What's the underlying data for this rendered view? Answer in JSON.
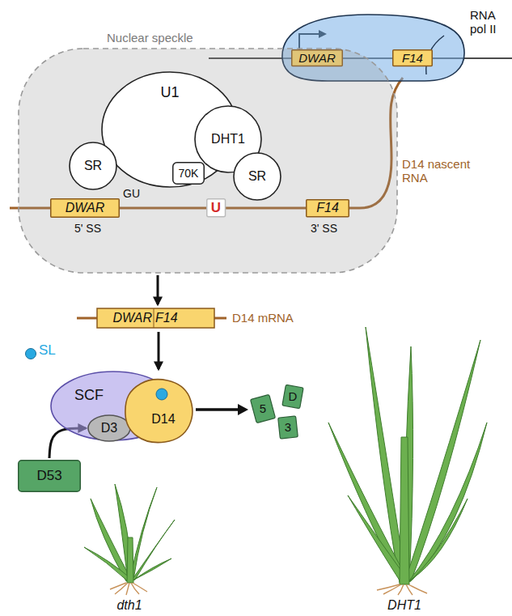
{
  "diagram": {
    "nodes": [
      {
        "text": [
          "RNA pol II"
        ]
      },
      {
        "text": [
          "DWAR"
        ],
        "in": 0
      },
      {
        "text": [
          "F14"
        ],
        "in": 0
      },
      {
        "text": [
          "Nuclear speckle"
        ]
      },
      {
        "text": [
          "U1"
        ],
        "in": 3
      },
      {
        "text": [
          "SR"
        ],
        "in": 3
      },
      {
        "text": [
          "DHT1"
        ],
        "in": 3
      },
      {
        "text": [
          "70K"
        ],
        "in": 3
      },
      {
        "text": [
          "SR"
        ],
        "in": 3
      },
      {
        "text": [
          "U"
        ],
        "in": 3
      },
      {
        "text": [
          "DWAR"
        ],
        "in": 3
      },
      {
        "text": [
          "F14"
        ],
        "in": 3
      },
      {
        "text": [
          "DWAR",
          "F14",
          "D14 mRNA"
        ]
      },
      {
        "text": [
          "SCF"
        ]
      },
      {
        "text": [
          "D3"
        ]
      },
      {
        "text": [
          "D14"
        ]
      },
      {
        "text": [
          "D53"
        ]
      }
    ],
    "edges": [
      {
        "from": 3,
        "to": 12,
        "arrow": "to"
      },
      {
        "from": 12,
        "to": 13,
        "arrow": "to"
      },
      {
        "from": 16,
        "to": 14,
        "arrow": "to"
      }
    ],
    "labels": [
      "D14 nascent RNA",
      "GU",
      "5' SS",
      "3' SS",
      "5",
      "D",
      "3",
      "dth1",
      "DHT1"
    ],
    "legend": [
      {
        "text": "SL",
        "color": "#29a9e1"
      }
    ]
  }
}
